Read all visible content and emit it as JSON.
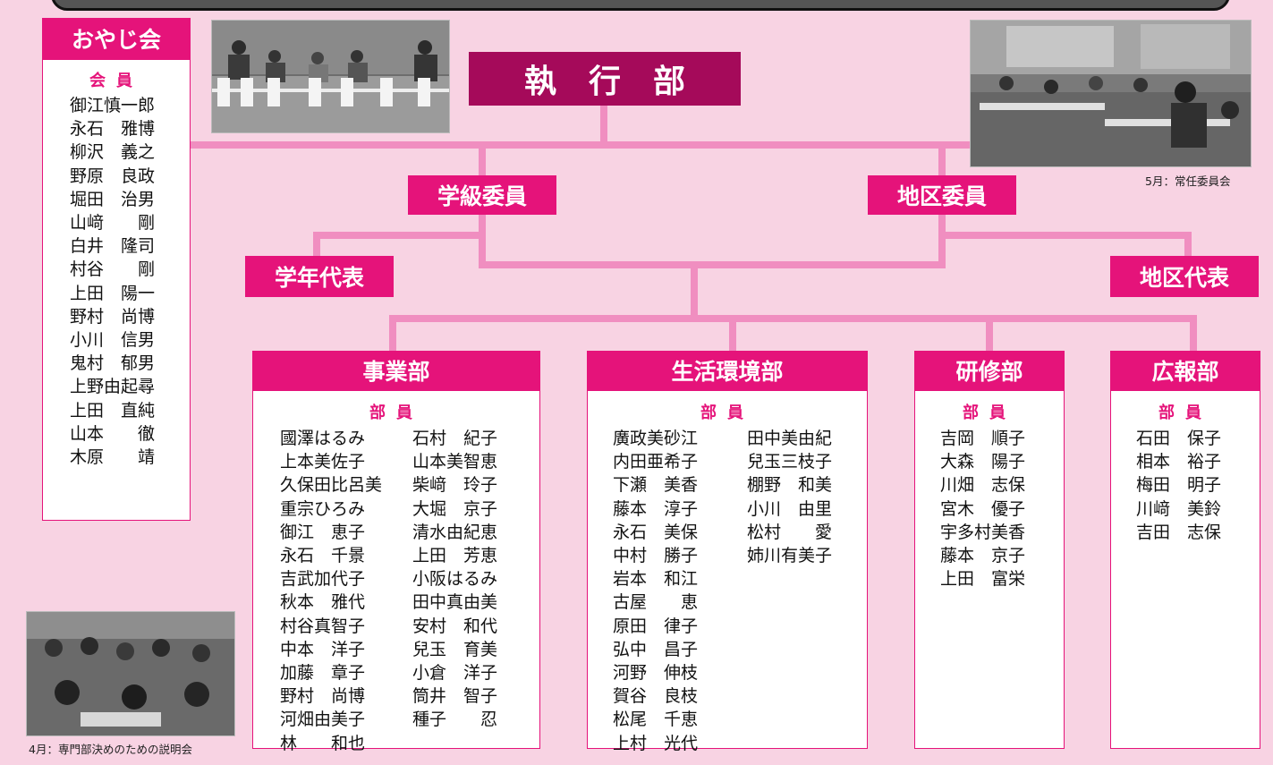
{
  "exec": "執　行　部",
  "gakkyu": "学級委員",
  "chiku": "地区委員",
  "gakunen": "学年代表",
  "chikudaihyo": "地区代表",
  "oyaji": {
    "title": "おやじ会",
    "sub": "会員",
    "members": [
      "御江慎一郎",
      "永石　雅博",
      "柳沢　義之",
      "野原　良政",
      "堀田　治男",
      "山﨑　　剛",
      "白井　隆司",
      "村谷　　剛",
      "上田　陽一",
      "野村　尚博",
      "小川　信男",
      "鬼村　郁男",
      "上野由起尋",
      "上田　直純",
      "山本　　徹",
      "木原　　靖"
    ]
  },
  "jigyo": {
    "title": "事業部",
    "sub": "部員",
    "col1": [
      "國澤はるみ",
      "上本美佐子",
      "久保田比呂美",
      "重宗ひろみ",
      "御江　恵子",
      "永石　千景",
      "吉武加代子",
      "秋本　雅代",
      "村谷真智子",
      "中本　洋子",
      "加藤　章子",
      "野村　尚博",
      "河畑由美子",
      "林　　和也"
    ],
    "col2": [
      "石村　紀子",
      "山本美智恵",
      "柴﨑　玲子",
      "大堀　京子",
      "清水由紀恵",
      "上田　芳恵",
      "小阪はるみ",
      "田中真由美",
      "安村　和代",
      "兒玉　育美",
      "小倉　洋子",
      "筒井　智子",
      "種子　　忍"
    ]
  },
  "seikatsu": {
    "title": "生活環境部",
    "sub": "部員",
    "col1": [
      "廣政美砂江",
      "内田亜希子",
      "下瀬　美香",
      "藤本　淳子",
      "永石　美保",
      "中村　勝子",
      "岩本　和江",
      "古屋　　恵",
      "原田　律子",
      "弘中　昌子",
      "河野　伸枝",
      "賀谷　良枝",
      "松尾　千恵",
      "上村　光代"
    ],
    "col2": [
      "田中美由紀",
      "兒玉三枝子",
      "棚野　和美",
      "小川　由里",
      "松村　　愛",
      "姉川有美子"
    ]
  },
  "kenshu": {
    "title": "研修部",
    "sub": "部員",
    "col1": [
      "吉岡　順子",
      "大森　陽子",
      "川畑　志保",
      "宮木　優子",
      "宇多村美香",
      "藤本　京子",
      "上田　富栄"
    ]
  },
  "koho": {
    "title": "広報部",
    "sub": "部員",
    "col1": [
      "石田　保子",
      "相本　裕子",
      "梅田　明子",
      "川﨑　美鈴",
      "吉田　志保"
    ]
  },
  "caption_may": "5月：常任委員会",
  "caption_apr": "4月：専門部決めのための説明会",
  "colors": {
    "background": "#f8d3e3",
    "accent": "#e5137a",
    "exec": "#a50a5a",
    "line": "#f08ec0"
  }
}
